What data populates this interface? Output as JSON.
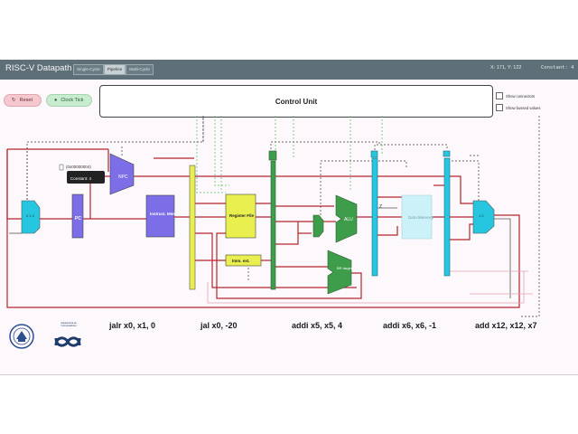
{
  "header": {
    "title": "RISC-V Datapath",
    "tabs": [
      {
        "label": "Single-Cycle",
        "active": false
      },
      {
        "label": "Pipeline",
        "active": true
      },
      {
        "label": "Multi-Cycle",
        "active": false
      }
    ],
    "coords": "X: 171, Y: 122",
    "constant": "Constant: 4"
  },
  "buttons": {
    "reset_label": "Reset",
    "clock_label": "Clock Tick"
  },
  "control_unit": {
    "label": "Control Unit"
  },
  "options": {
    "show_connectors": "Show connectors",
    "show_bussed": "Show bussed values"
  },
  "datapath": {
    "npc_label": "NPC",
    "pc_label": "PC",
    "instr_mem_label": "Instruct. Memory",
    "reg_file_label": "Register File",
    "imm_ext_label": "Imm. ext.",
    "alu_label": "ALU",
    "br_target_label": "BR target",
    "data_mem_label": "Data Memory",
    "tooltip_value": "(0x00000004)",
    "tooltip_constant": "Constant: 4",
    "z_label": "Z",
    "mux_label": "0 1 2",
    "mux_wb_label": "1 0"
  },
  "stages": {
    "if": "jalr x0, x1, 0",
    "id": "jal x0, -20",
    "ex": "addi x5, x5, 4",
    "mem": "addi x6, x6, -1",
    "wb": "add x12, x12, x7"
  },
  "logos": {
    "dept_text": "Arquitectura de Computadores"
  },
  "colors": {
    "header_bg": "#5e6f78",
    "wire_red": "#b3262c",
    "wire_green": "#3fa34d",
    "wire_gray": "#555555",
    "pc_purple": "#7b6ee6",
    "alu_green": "#3e9d4a",
    "reg_yellow": "#e8ef4f",
    "cyan": "#27c6e0",
    "data_mem_cyan": "#cdf1f8"
  }
}
